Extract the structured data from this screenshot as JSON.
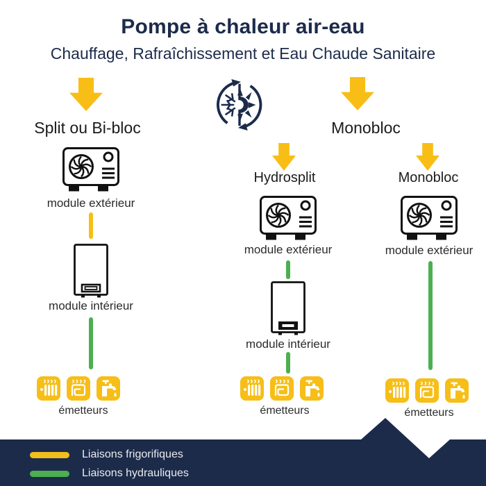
{
  "header": {
    "title": "Pompe à chaleur air-eau",
    "subtitle": "Chauffage, Rafraîchissement et Eau Chaude Sanitaire"
  },
  "branches": {
    "split": {
      "label": "Split ou Bi-bloc"
    },
    "monobloc_group": {
      "label": "Monobloc"
    },
    "hydrosplit": {
      "label": "Hydrosplit"
    },
    "monobloc": {
      "label": "Monobloc"
    }
  },
  "labels": {
    "outdoor": "module extérieur",
    "indoor": "module intérieur",
    "emitters": "émetteurs"
  },
  "icons": {
    "center": "heating-cooling-cycle-icon",
    "outdoor": "outdoor-unit-icon",
    "indoor": "indoor-unit-icon",
    "emitters": [
      "radiator-icon",
      "floor-heating-icon",
      "faucet-icon"
    ]
  },
  "legend": {
    "frigorific": {
      "label": "Liaisons frigorifiques",
      "color": "#F8BE15"
    },
    "hydraulic": {
      "label": "Liaisons hydrauliques",
      "color": "#4CAF50"
    }
  },
  "colors": {
    "navy": "#1C2B4A",
    "yellow": "#F8BE15",
    "green": "#4CAF50",
    "background": "#FFFFFF"
  }
}
